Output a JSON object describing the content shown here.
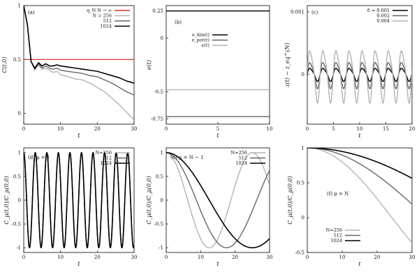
{
  "chart_data": [
    {
      "id": "a",
      "type": "line",
      "panel_label": "(a)",
      "xlabel": "t",
      "ylabel": "C(t,0)",
      "xlim": [
        0,
        30
      ],
      "ylim": [
        -0.1,
        1.0
      ],
      "x_ticks": [
        "0",
        "10",
        "20",
        "30"
      ],
      "y_ticks": [
        "0",
        "0.5",
        "1"
      ],
      "legend_position": "top-right",
      "series": [
        {
          "name": "q_N N → ∞",
          "color": "#cc0000",
          "width": 1,
          "x": [
            0,
            30
          ],
          "y": [
            0.5,
            0.5
          ]
        },
        {
          "name": "N = 256",
          "color": "#b3b3b3",
          "width": 1.4,
          "x": [
            0,
            1,
            2,
            3,
            4,
            5,
            6,
            7,
            8,
            9,
            10,
            12,
            14,
            16,
            18,
            20,
            22,
            24,
            26,
            28,
            30
          ],
          "y": [
            1.0,
            0.82,
            0.48,
            0.4,
            0.45,
            0.41,
            0.42,
            0.4,
            0.38,
            0.39,
            0.36,
            0.34,
            0.32,
            0.31,
            0.28,
            0.24,
            0.2,
            0.14,
            0.08,
            0.01,
            -0.06
          ]
        },
        {
          "name": "512",
          "color": "#666666",
          "width": 1.4,
          "x": [
            0,
            1,
            2,
            3,
            4,
            5,
            6,
            7,
            8,
            9,
            10,
            12,
            14,
            16,
            18,
            20,
            22,
            24,
            26,
            28,
            30
          ],
          "y": [
            1.0,
            0.82,
            0.48,
            0.41,
            0.46,
            0.42,
            0.44,
            0.42,
            0.41,
            0.42,
            0.4,
            0.39,
            0.38,
            0.37,
            0.35,
            0.34,
            0.31,
            0.28,
            0.24,
            0.2,
            0.17
          ]
        },
        {
          "name": "1024",
          "color": "#000000",
          "width": 1.6,
          "x": [
            0,
            1,
            2,
            3,
            4,
            5,
            6,
            7,
            8,
            9,
            10,
            12,
            14,
            16,
            18,
            20,
            22,
            24,
            26,
            28,
            30
          ],
          "y": [
            1.0,
            0.82,
            0.48,
            0.42,
            0.47,
            0.44,
            0.46,
            0.44,
            0.44,
            0.45,
            0.44,
            0.43,
            0.42,
            0.41,
            0.4,
            0.39,
            0.37,
            0.35,
            0.33,
            0.3,
            0.28
          ]
        }
      ]
    },
    {
      "id": "b",
      "type": "line",
      "panel_label": "(b)",
      "xlabel": "t",
      "ylabel": "e(t)",
      "xlim": [
        0,
        10
      ],
      "ylim": [
        -0.8,
        0.3
      ],
      "x_ticks": [
        "0",
        "5",
        "10"
      ],
      "y_ticks": [
        "0.25",
        "0",
        "-0.5",
        "-0.75"
      ],
      "legend_position": "center",
      "series": [
        {
          "name": "e_kin(t)",
          "color": "#000000",
          "width": 1.4,
          "x": [
            0,
            10
          ],
          "y": [
            0.25,
            0.25
          ]
        },
        {
          "name": "e_pot(t)",
          "color": "#666666",
          "width": 1.4,
          "x": [
            0,
            10
          ],
          "y": [
            -0.73,
            -0.73
          ]
        },
        {
          "name": "e(t)",
          "color": "#b3b3b3",
          "width": 1.4,
          "x": [
            0,
            10
          ],
          "y": [
            -0.48,
            -0.48
          ]
        }
      ]
    },
    {
      "id": "c",
      "type": "line",
      "panel_label": "(c)",
      "xlabel": "t",
      "ylabel": "z(t) − z_eq^(N)",
      "xlim": [
        0,
        20
      ],
      "ylim": [
        -0.0008,
        0.0011
      ],
      "x_ticks": [
        "0",
        "5",
        "10",
        "15",
        "20"
      ],
      "y_ticks": [
        "0.001",
        "0"
      ],
      "legend_position": "top-right",
      "series": [
        {
          "name": "δ = 0.001",
          "color": "#000000",
          "width": 1.5,
          "amplitude": 0.0001,
          "period": 2.5
        },
        {
          "name": "0.002",
          "color": "#666666",
          "width": 1.4,
          "amplitude": 0.0002,
          "period": 2.5
        },
        {
          "name": "0.004",
          "color": "#b3b3b3",
          "width": 1.4,
          "amplitude": 0.0004,
          "period": 2.5
        }
      ]
    },
    {
      "id": "d",
      "type": "line",
      "panel_label": "(d) μ = 1",
      "xlabel": "t",
      "ylabel": "C_μ(t,0)/C_μ(0,0)",
      "xlim": [
        0,
        30
      ],
      "ylim": [
        -1.1,
        1.1
      ],
      "x_ticks": [
        "0",
        "10",
        "20",
        "30"
      ],
      "y_ticks": [
        "1",
        "0.5",
        "0",
        "-0.5",
        "-1"
      ],
      "legend_position": "top-right",
      "series": [
        {
          "name": "N=256",
          "color": "#b3b3b3",
          "width": 1.4,
          "period": 3.14
        },
        {
          "name": "512",
          "color": "#666666",
          "width": 1.4,
          "period": 3.14
        },
        {
          "name": "1024",
          "color": "#000000",
          "width": 1.6,
          "period": 3.14
        }
      ]
    },
    {
      "id": "e",
      "type": "line",
      "panel_label": "(e) μ = N − 1",
      "xlabel": "t",
      "ylabel": "C_μ(t,0)/C_μ(0,0)",
      "xlim": [
        0,
        30
      ],
      "ylim": [
        -1.1,
        1.1
      ],
      "x_ticks": [
        "0",
        "10",
        "20",
        "30"
      ],
      "y_ticks": [
        "1",
        "0.5",
        "0",
        "-0.5",
        "-1"
      ],
      "legend_position": "top-right",
      "series": [
        {
          "name": "N=256",
          "color": "#b3b3b3",
          "width": 1.4,
          "period": 25.0
        },
        {
          "name": "512",
          "color": "#666666",
          "width": 1.4,
          "period": 35.0
        },
        {
          "name": "1024",
          "color": "#000000",
          "width": 1.6,
          "period": 50.0
        }
      ]
    },
    {
      "id": "f",
      "type": "line",
      "panel_label": "(f) μ = N",
      "xlabel": "t",
      "ylabel": "C_μ(t,0)/C_μ(0,0)",
      "xlim": [
        0,
        30
      ],
      "ylim": [
        -0.5,
        1.0
      ],
      "x_ticks": [
        "0",
        "10",
        "20",
        "30"
      ],
      "y_ticks": [
        "1",
        "0.5",
        "0",
        "-0.5"
      ],
      "legend_position": "bottom-left",
      "series": [
        {
          "name": "N=256",
          "color": "#b3b3b3",
          "width": 1.4,
          "period": 97.0
        },
        {
          "name": "512",
          "color": "#666666",
          "width": 1.4,
          "period": 137.0
        },
        {
          "name": "1024",
          "color": "#000000",
          "width": 1.6,
          "period": 194.0
        }
      ]
    }
  ]
}
